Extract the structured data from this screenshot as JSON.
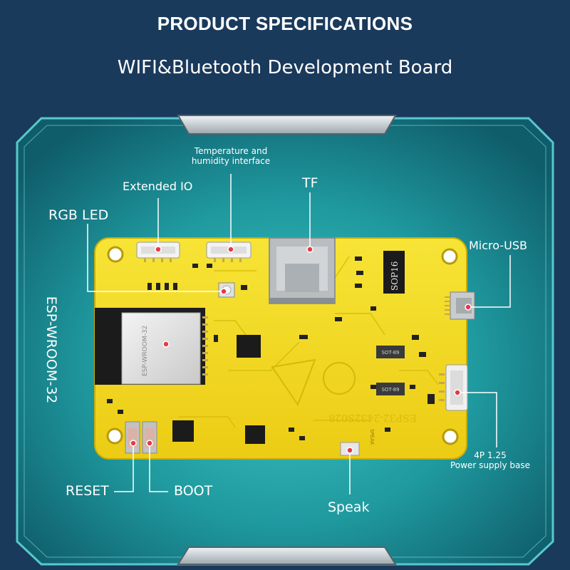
{
  "header": {
    "title": "PRODUCT SPECIFICATIONS",
    "subtitle": "WIFI&Bluetooth Development Board"
  },
  "callouts": {
    "temp_humidity_line1": "Temperature and",
    "temp_humidity_line2": "humidity interface",
    "extended_io": "Extended IO",
    "tf": "TF",
    "rgb_led": "RGB LED",
    "micro_usb": "Micro-USB",
    "esp_module": "ESP-WROOM-32",
    "power_line1": "4P 1.25",
    "power_line2": "Power supply base",
    "reset": "RESET",
    "boot": "BOOT",
    "speak": "Speak"
  },
  "board_markings": {
    "module_label": "ESP-WROOM-32",
    "ic_label": "SOP16",
    "board_model": "ESP32-2432S028",
    "chip_a": "SOT-89",
    "chip_b": "SOT-89",
    "connector_label": "SPEAK"
  },
  "colors": {
    "background": "#1a3a5c",
    "panel": "#177f86",
    "board": "#f2dc1e",
    "accent": "#e63946",
    "label": "#ffffff"
  }
}
